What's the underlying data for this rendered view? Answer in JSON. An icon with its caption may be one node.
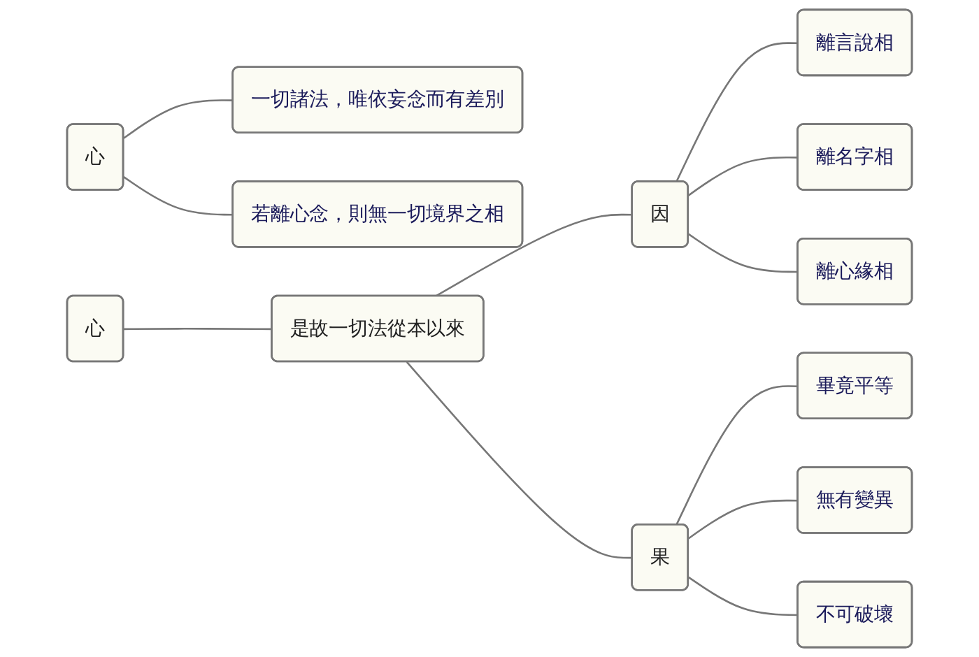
{
  "diagram": {
    "nodes": [
      {
        "text": [
          "心"
        ]
      },
      {
        "text": [
          "一切諸法，唯依妄念而有差別"
        ]
      },
      {
        "text": [
          "若離心念，則無一切境界之相"
        ]
      },
      {
        "text": [
          "心"
        ]
      },
      {
        "text": [
          "是故一切法從本以來"
        ]
      },
      {
        "text": [
          "因"
        ]
      },
      {
        "text": [
          "離言說相"
        ]
      },
      {
        "text": [
          "離名字相"
        ]
      },
      {
        "text": [
          "離心緣相"
        ]
      },
      {
        "text": [
          "果"
        ]
      },
      {
        "text": [
          "畢竟平等"
        ]
      },
      {
        "text": [
          "無有變異"
        ]
      },
      {
        "text": [
          "不可破壞"
        ]
      }
    ],
    "edges": [
      {
        "from": 0,
        "to": 1,
        "arrow": "none"
      },
      {
        "from": 0,
        "to": 2,
        "arrow": "none"
      },
      {
        "from": 3,
        "to": 4,
        "arrow": "none"
      },
      {
        "from": 4,
        "to": 5,
        "arrow": "none"
      },
      {
        "from": 4,
        "to": 9,
        "arrow": "none"
      },
      {
        "from": 5,
        "to": 6,
        "arrow": "none"
      },
      {
        "from": 5,
        "to": 7,
        "arrow": "none"
      },
      {
        "from": 5,
        "to": 8,
        "arrow": "none"
      },
      {
        "from": 9,
        "to": 10,
        "arrow": "none"
      },
      {
        "from": 9,
        "to": 11,
        "arrow": "none"
      },
      {
        "from": 9,
        "to": 12,
        "arrow": "none"
      }
    ]
  }
}
